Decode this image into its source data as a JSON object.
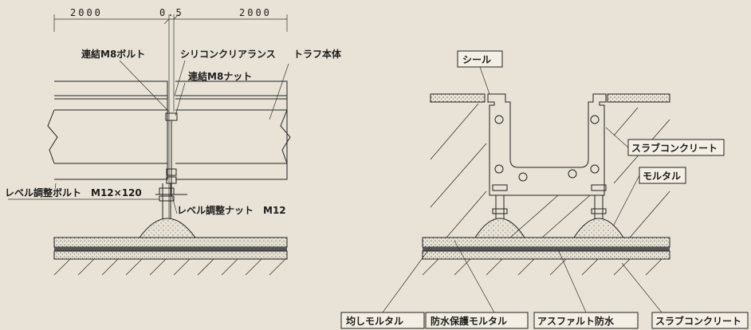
{
  "dimensions": {
    "left": "2000",
    "center": "0.5",
    "right": "2000"
  },
  "left_view": {
    "bolt_m8": "連結M8ボルト",
    "silicone": "シリコンクリアランス",
    "trough_body": "トラフ本体",
    "nut_m8": "連結M8ナット",
    "level_bolt": "レベル調整ボルト　M12×120",
    "level_nut": "レベル調整ナット　M12"
  },
  "right_view": {
    "seal": "シール",
    "slab_concrete_upper": "スラブコンクリート",
    "mortar": "モルタル"
  },
  "bottom_labels": {
    "leveling_mortar": "均しモルタル",
    "protective_mortar": "防水保護モルタル",
    "asphalt_waterproof": "アスファルト防水",
    "slab_concrete_lower": "スラブコンクリート"
  }
}
